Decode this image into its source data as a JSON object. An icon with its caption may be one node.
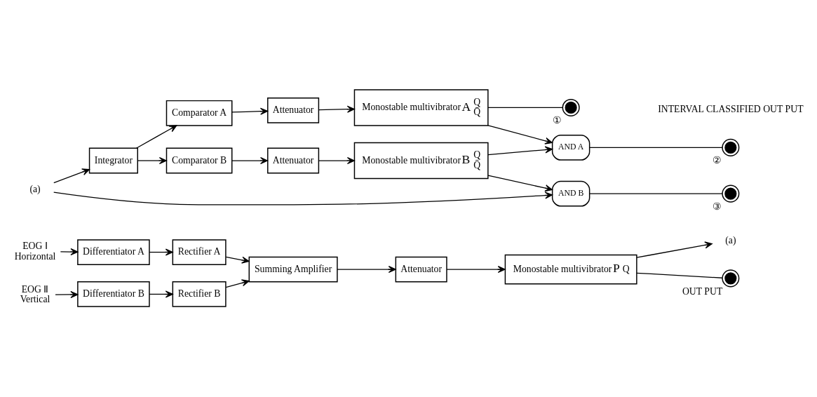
{
  "diagram": {
    "nodes": [
      {
        "text": [
          "EOG Ⅰ",
          "Horizontal"
        ]
      },
      {
        "text": [
          "Differentiator A"
        ]
      },
      {
        "text": [
          "Rectifier A"
        ]
      },
      {
        "text": [
          "EOG Ⅱ",
          "Vertical"
        ]
      },
      {
        "text": [
          "Differentiator B"
        ]
      },
      {
        "text": [
          "Rectifier B"
        ]
      },
      {
        "text": [
          "Summing Amplifier"
        ]
      },
      {
        "text": [
          "Attenuator"
        ]
      },
      {
        "text": [
          "Monostable multivibrator",
          "P",
          "Q"
        ]
      },
      {
        "text": [
          "(a)"
        ]
      },
      {
        "text": [],
        "shape": "circle",
        "beside": [
          "OUT PUT"
        ]
      },
      {
        "text": [
          "(a)"
        ]
      },
      {
        "text": [
          "Integrator"
        ]
      },
      {
        "text": [
          "Comparator A"
        ]
      },
      {
        "text": [
          "Attenuator"
        ]
      },
      {
        "text": [
          "Monostable multivibrator",
          "A",
          "Q",
          "Q̄"
        ]
      },
      {
        "text": [
          "Comparator B"
        ]
      },
      {
        "text": [
          "Attenuator"
        ]
      },
      {
        "text": [
          "Monostable multivibrator",
          "B",
          "Q",
          "Q̄"
        ]
      },
      {
        "text": [
          "AND A"
        ]
      },
      {
        "text": [
          "AND B"
        ]
      },
      {
        "text": [],
        "shape": "circle",
        "beside": [
          "①"
        ]
      },
      {
        "text": [],
        "shape": "circle",
        "beside": [
          "②"
        ]
      },
      {
        "text": [],
        "shape": "circle",
        "beside": [
          "③"
        ]
      }
    ],
    "edges": [
      {
        "from": 0,
        "to": 1,
        "arrow": "to"
      },
      {
        "from": 1,
        "to": 2,
        "arrow": "to"
      },
      {
        "from": 3,
        "to": 4,
        "arrow": "to"
      },
      {
        "from": 4,
        "to": 5,
        "arrow": "to"
      },
      {
        "from": 2,
        "to": 6,
        "arrow": "to"
      },
      {
        "from": 5,
        "to": 6,
        "arrow": "to"
      },
      {
        "from": 6,
        "to": 7,
        "arrow": "to"
      },
      {
        "from": 7,
        "to": 8,
        "arrow": "to"
      },
      {
        "from": 8,
        "to": 9,
        "arrow": "to"
      },
      {
        "from": 8,
        "to": 10,
        "arrow": "none"
      },
      {
        "from": 11,
        "to": 12,
        "arrow": "to"
      },
      {
        "from": 11,
        "to": 20,
        "arrow": "to"
      },
      {
        "from": 12,
        "to": 13,
        "arrow": "to"
      },
      {
        "from": 12,
        "to": 16,
        "arrow": "to"
      },
      {
        "from": 13,
        "to": 14,
        "arrow": "to"
      },
      {
        "from": 16,
        "to": 17,
        "arrow": "to"
      },
      {
        "from": 14,
        "to": 15,
        "arrow": "to"
      },
      {
        "from": 17,
        "to": 18,
        "arrow": "to"
      },
      {
        "from": 15,
        "to": 21,
        "arrow": "none"
      },
      {
        "from": 15,
        "to": 19,
        "arrow": "to"
      },
      {
        "from": 18,
        "to": 19,
        "arrow": "to"
      },
      {
        "from": 18,
        "to": 20,
        "arrow": "to"
      },
      {
        "from": 19,
        "to": 22,
        "arrow": "none"
      },
      {
        "from": 20,
        "to": 23,
        "arrow": "none"
      }
    ],
    "labels": [
      "INTERVAL CLASSIFIED OUT PUT"
    ]
  }
}
